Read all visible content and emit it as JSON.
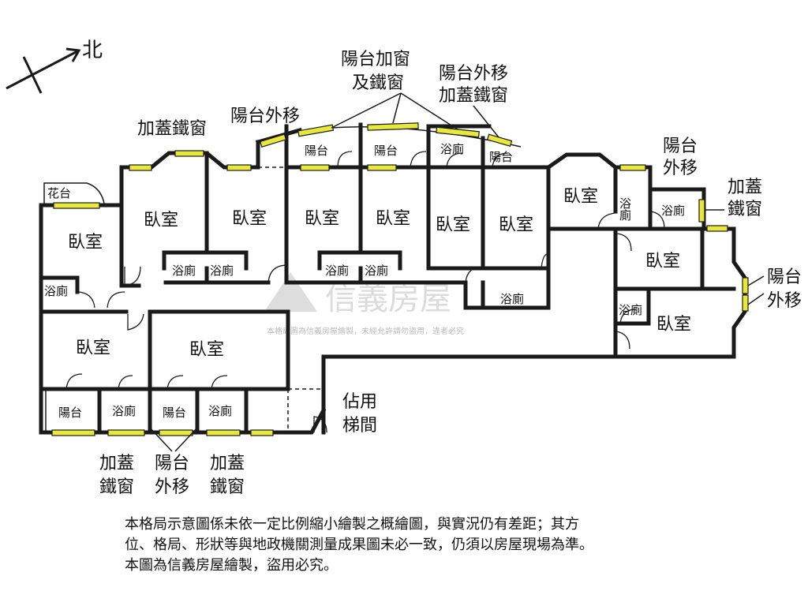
{
  "compass": {
    "label": "北"
  },
  "rooms": {
    "flower_platform": "花台",
    "bedroom": "臥室",
    "bath": "浴廁",
    "balcony": "陽台"
  },
  "annotations": {
    "iron_window_top": "加蓋鐵窗",
    "balcony_moved_top": "陽台外移",
    "balcony_window_1": "陽台加窗",
    "balcony_window_2": "及鐵窗",
    "balcony_moved_iron_1": "陽台外移",
    "balcony_moved_iron_2": "加蓋鐵窗",
    "balcony_moved_right_1": "陽台",
    "balcony_moved_right_2": "外移",
    "iron_window_right_1": "加蓋",
    "iron_window_right_2": "鐵窗",
    "balcony_moved_east_1": "陽台",
    "balcony_moved_east_2": "外移",
    "stair_1": "佔用",
    "stair_2": "梯間",
    "iron_window_bl_1": "加蓋",
    "iron_window_bl_2": "鐵窗",
    "balcony_moved_b_1": "陽台",
    "balcony_moved_b_2": "外移",
    "iron_window_br_1": "加蓋",
    "iron_window_br_2": "鐵窗"
  },
  "watermark": {
    "brand": "信義房屋",
    "notice": "本格局圖為信義房屋繪製，未經允許請勿盜用，違者必究"
  },
  "disclaimer": {
    "line1": "本格局示意圖係未依一定比例縮小繪製之概繪圖，與實況仍有差距；其方",
    "line2": "位、格局、形狀等與地政機關測量成果圖未必一致，仍須以房屋現場為準。",
    "line3": "本圖為信義房屋繪製，盜用必究。"
  }
}
